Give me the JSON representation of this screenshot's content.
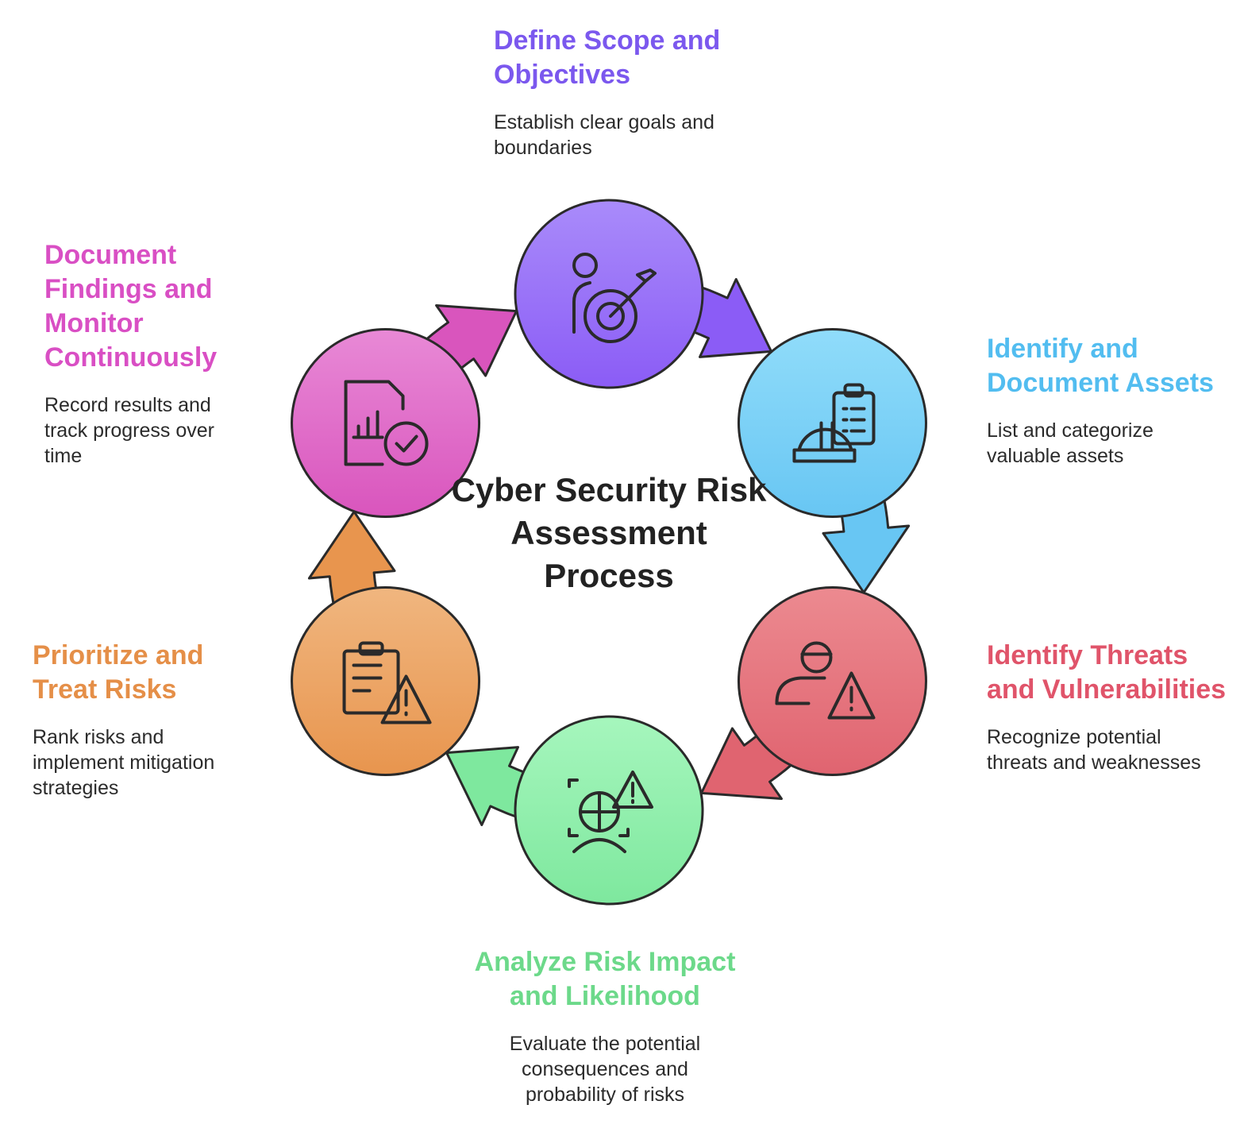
{
  "title": "Cyber Security Risk Assessment Process",
  "steps": [
    {
      "title": "Define Scope and Objectives",
      "description": "Establish clear goals and boundaries",
      "icon": "target-person-icon",
      "color": "#8b5cf6",
      "light": "#a98bfa",
      "text_color": "#7b58ee"
    },
    {
      "title": "Identify and Document Assets",
      "description": "List and categorize valuable assets",
      "icon": "hardhat-clipboard-icon",
      "color": "#68c6f3",
      "light": "#90dcfa",
      "text_color": "#52bdf0"
    },
    {
      "title": "Identify Threats and Vulnerabilities",
      "description": "Recognize potential threats and weaknesses",
      "icon": "person-warning-icon",
      "color": "#e06470",
      "light": "#ec8a90",
      "text_color": "#e0546a"
    },
    {
      "title": "Analyze Risk Impact and Likelihood",
      "description": "Evaluate the potential consequences and probability of risks",
      "icon": "globe-warning-icon",
      "color": "#7ee89e",
      "light": "#a6f6bd",
      "text_color": "#6cd98a"
    },
    {
      "title": "Prioritize and Treat Risks",
      "description": "Rank risks and implement mitigation strategies",
      "icon": "clipboard-warning-icon",
      "color": "#e8954e",
      "light": "#f0b67f",
      "text_color": "#e58f48"
    },
    {
      "title": "Document Findings and Monitor Continuously",
      "description": "Record results and track progress over time",
      "icon": "report-check-icon",
      "color": "#d955bd",
      "light": "#e889d6",
      "text_color": "#d94fc4"
    }
  ]
}
